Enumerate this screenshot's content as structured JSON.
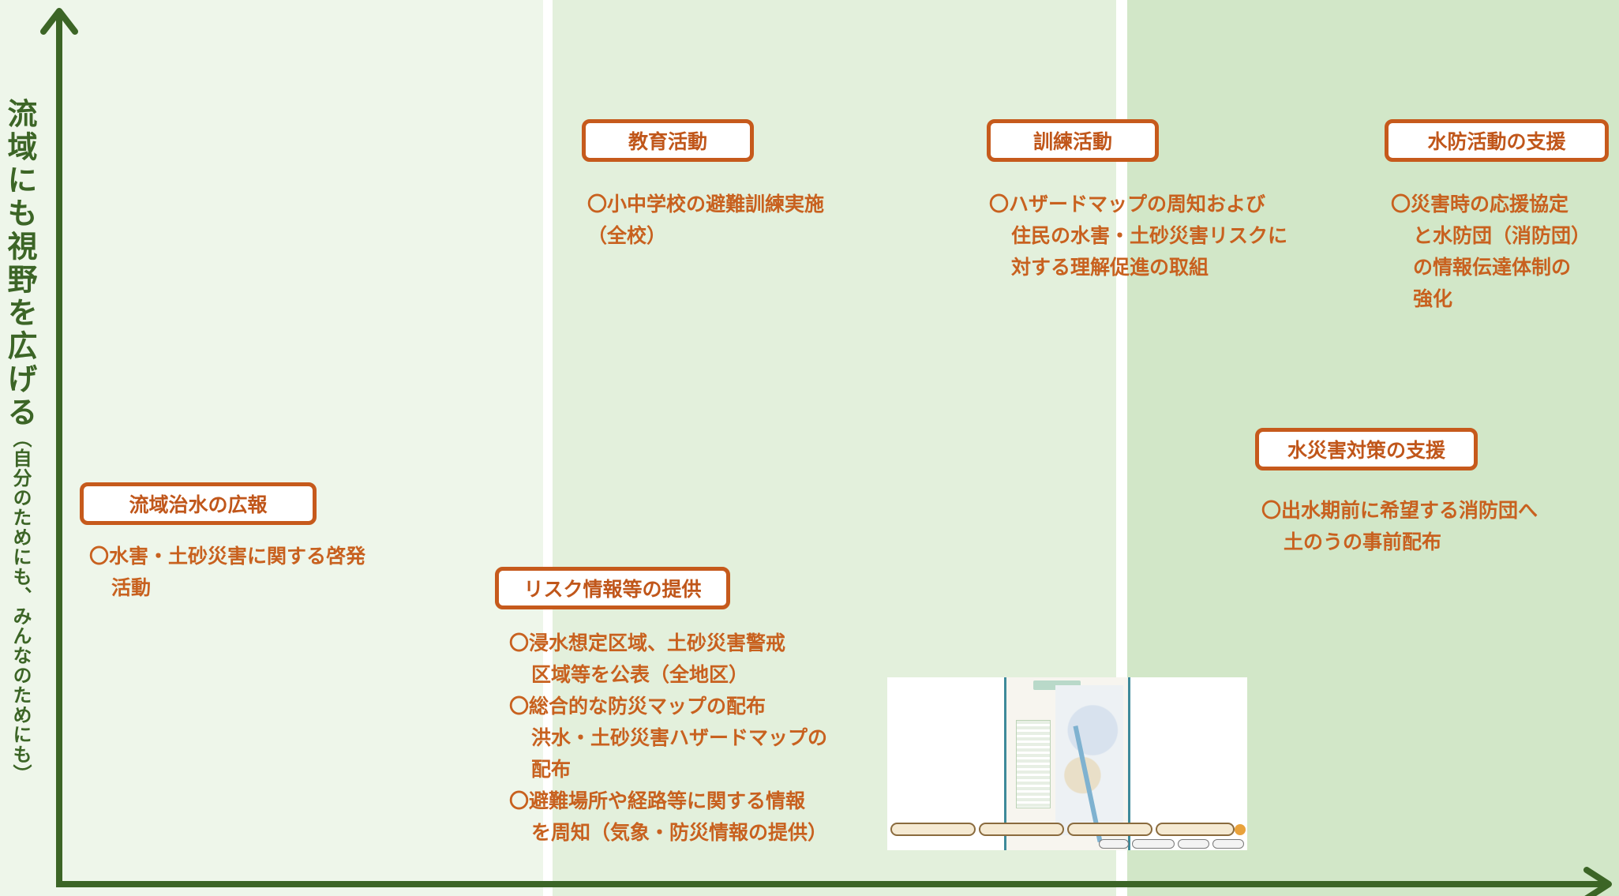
{
  "y_axis": {
    "title": "流域にも視野を広げる",
    "subtitle": "（自分のためにも、みんなのためにも）"
  },
  "colors": {
    "axis": "#3c6526",
    "box_border": "#c65a1c",
    "text": "#c8611f",
    "band_light": "#eef6ea",
    "band_mid": "#e3f0dc",
    "band_dark": "#d2e7c8"
  },
  "items": {
    "kouhou": {
      "label": "流域治水の広報",
      "lines": [
        "〇水害・土砂災害に関する啓発",
        "活動"
      ]
    },
    "risk": {
      "label": "リスク情報等の提供",
      "lines": [
        "〇浸水想定区域、土砂災害警戒",
        "区域等を公表（全地区）",
        "〇総合的な防災マップの配布",
        "洪水・土砂災害ハザードマップの",
        "配布",
        "〇避難場所や経路等に関する情報",
        "を周知（気象・防災情報の提供）"
      ]
    },
    "kyouiku": {
      "label": "教育活動",
      "lines": [
        "〇小中学校の避難訓練実施",
        "（全校）"
      ]
    },
    "kunren": {
      "label": "訓練活動",
      "lines": [
        "〇ハザードマップの周知および",
        "住民の水害・土砂災害リスクに",
        "対する理解促進の取組"
      ]
    },
    "suibou": {
      "label": "水防活動の支援",
      "lines": [
        "〇災害時の応援協定",
        "と水防団（消防団）",
        "の情報伝達体制の",
        "強化"
      ]
    },
    "suisaigai": {
      "label": "水災害対策の支援",
      "lines": [
        "〇出水期前に希望する消防団へ",
        "土のうの事前配布"
      ]
    }
  }
}
